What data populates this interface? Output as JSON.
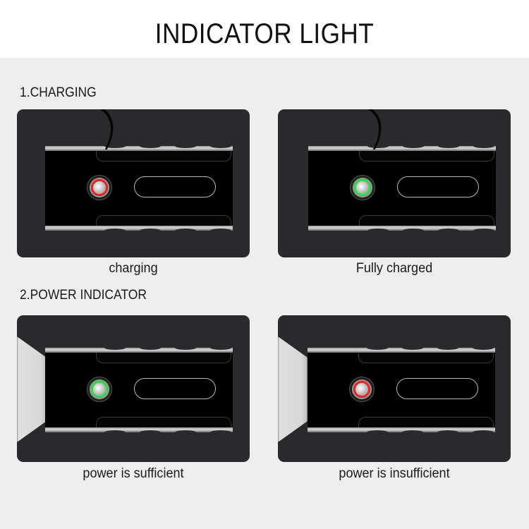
{
  "header": {
    "title": "INDICATOR LIGHT"
  },
  "sections": [
    {
      "title": "1.CHARGING",
      "panels": [
        {
          "caption": "charging",
          "indicator_color": "red",
          "cable": true,
          "beam": false
        },
        {
          "caption": "Fully charged",
          "indicator_color": "green",
          "cable": true,
          "beam": false
        }
      ]
    },
    {
      "title": "2.POWER INDICATOR",
      "panels": [
        {
          "caption": "power is sufficient",
          "indicator_color": "green",
          "cable": false,
          "beam": true
        },
        {
          "caption": "power is insufficient",
          "indicator_color": "red",
          "cable": false,
          "beam": true
        }
      ]
    }
  ],
  "colors": {
    "page_bg": "#eeeeee",
    "header_bg": "#ffffff",
    "panel_bg": "#2a292c",
    "red_indicator": "#ee2222",
    "green_indicator": "#2fdc4a"
  }
}
